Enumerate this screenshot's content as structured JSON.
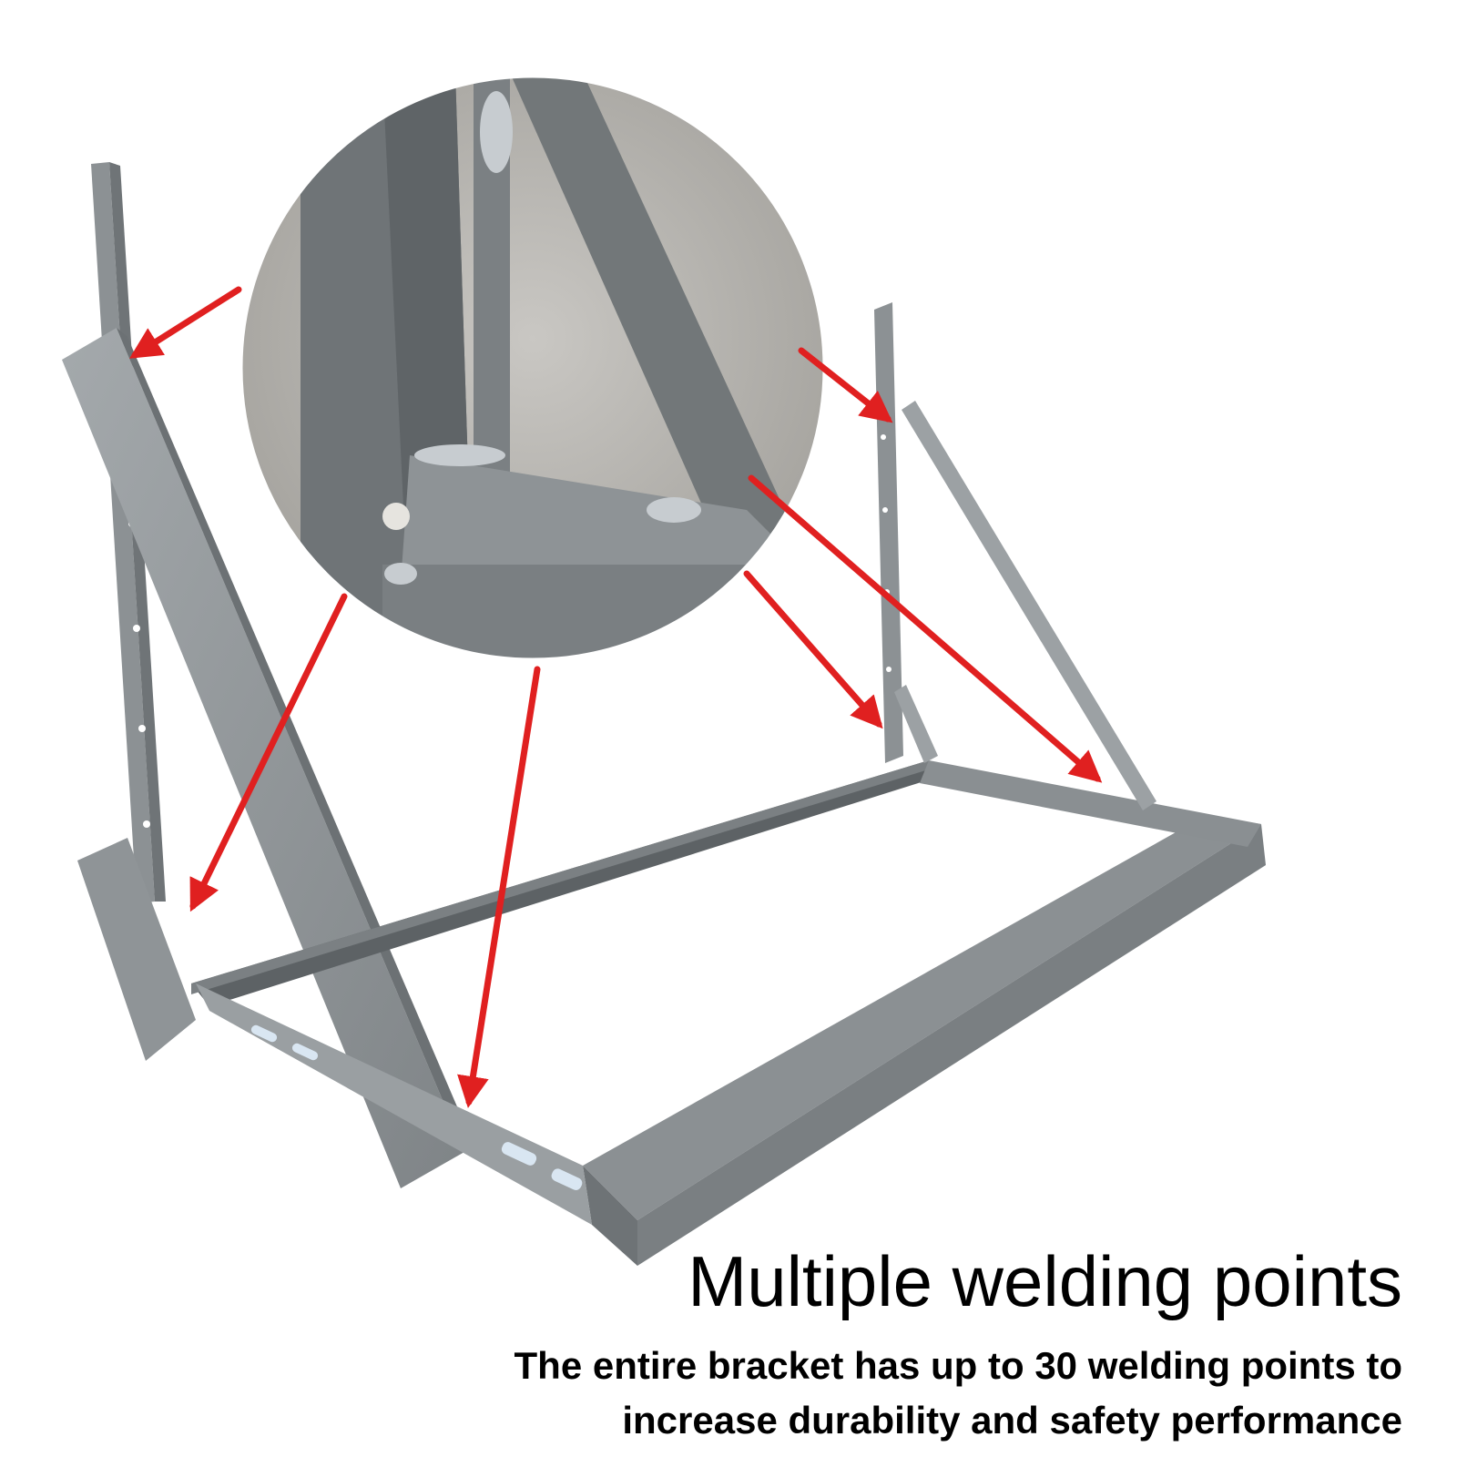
{
  "heading": {
    "title": "Multiple welding points",
    "line1": "The entire bracket has up to 30 welding points to",
    "line2": "increase durability and safety performance"
  },
  "colors": {
    "steel": "#8e9396",
    "steel_dark": "#6f7477",
    "steel_light": "#a9aeb1",
    "arrow": "#e02020",
    "ground": "#b7b5b0"
  },
  "icons": [
    "arrow-icon"
  ]
}
